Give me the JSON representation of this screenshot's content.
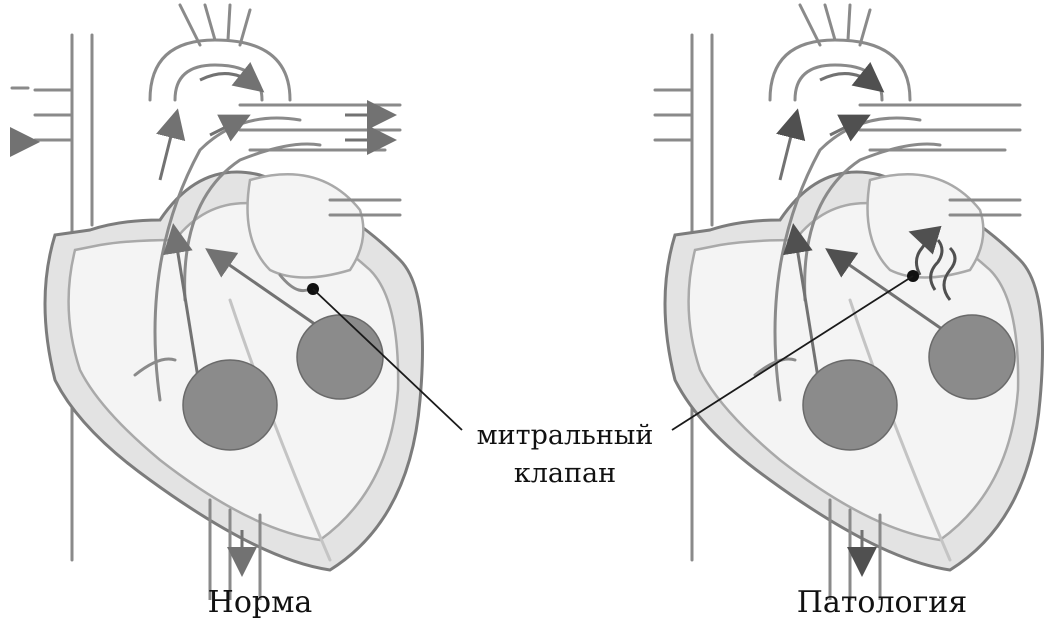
{
  "captions": {
    "normal": "Норма",
    "pathology": "Патология"
  },
  "callout": {
    "line1": "митральный",
    "line2": "клапан"
  },
  "colors": {
    "vessel_stroke": "#8a8a8a",
    "ventricle_ball": "#8b8b8b",
    "wall_fill": "#e3e3e3",
    "leader_line": "#1a1a1a"
  }
}
